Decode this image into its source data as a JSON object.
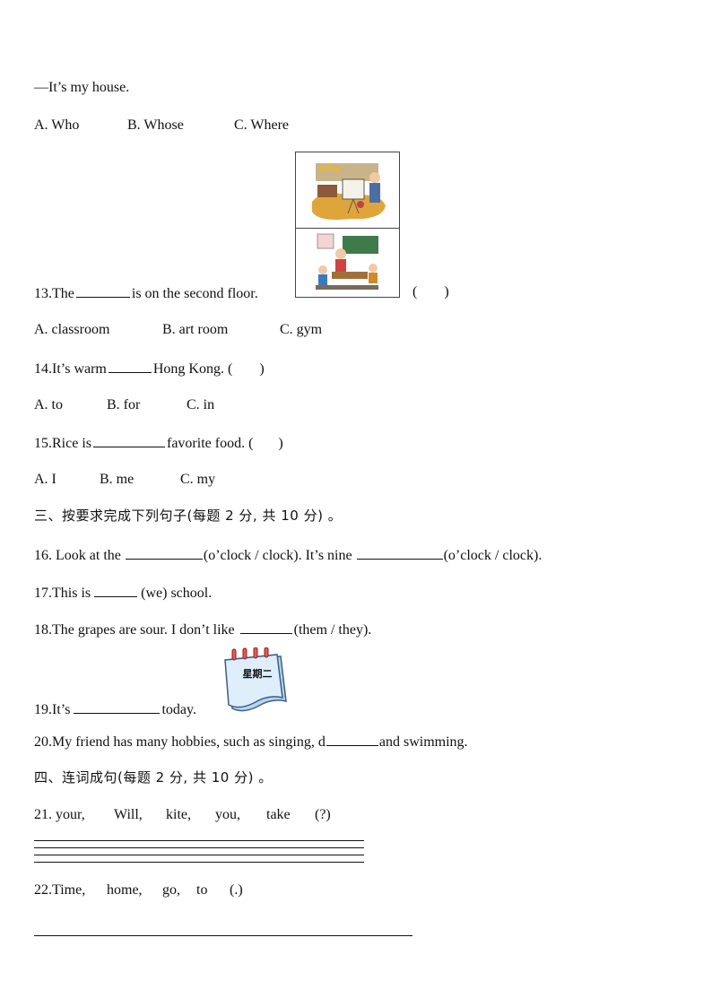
{
  "q12": {
    "answer_line": "—It’s my house.",
    "options": [
      "A. Who",
      "B. Whose",
      "C. Where"
    ]
  },
  "q13": {
    "before": "13.The",
    "after": "is on the second floor.",
    "paren_open": "(",
    "paren_close": ")",
    "options": [
      "A. classroom",
      "B. art room",
      "C. gym"
    ]
  },
  "q14": {
    "before": "14.It’s warm",
    "after": "Hong Kong. (",
    "close": ")",
    "options": [
      "A. to",
      "B. for",
      "C. in"
    ]
  },
  "q15": {
    "before": "15.Rice is",
    "after": "favorite food. (",
    "close": ")",
    "options": [
      "A. I",
      "B. me",
      "C. my"
    ]
  },
  "section3": {
    "heading": "三、按要求完成下列句子(每题 2 分, 共 10 分) 。"
  },
  "q16": {
    "before": "16. Look at the",
    "mid": "(o’clock / clock). It’s nine",
    "after": "(o’clock / clock)."
  },
  "q17": {
    "before": "17.This is",
    "after": "(we) school."
  },
  "q18": {
    "before": "18.The grapes are sour. I don’t like",
    "after": "(them / they)."
  },
  "q19": {
    "before": "19.It’s",
    "after": "today.",
    "calendar_text": "星期二"
  },
  "q20": {
    "before": "20.My friend has many hobbies, such as singing, d",
    "after": "and swimming."
  },
  "section4": {
    "heading": "四、连词成句(每题 2 分, 共 10 分) 。"
  },
  "q21": {
    "words": [
      "21. your,",
      "Will,",
      "kite,",
      "you,",
      "take",
      "(?)"
    ]
  },
  "q22": {
    "words": [
      "22.Time,",
      "home,",
      "go,",
      "to",
      "(.)"
    ]
  },
  "icons": {
    "q13_image_top": "art-room-illustration",
    "q13_image_bottom": "classroom-illustration",
    "q19_image": "calendar-icon"
  }
}
